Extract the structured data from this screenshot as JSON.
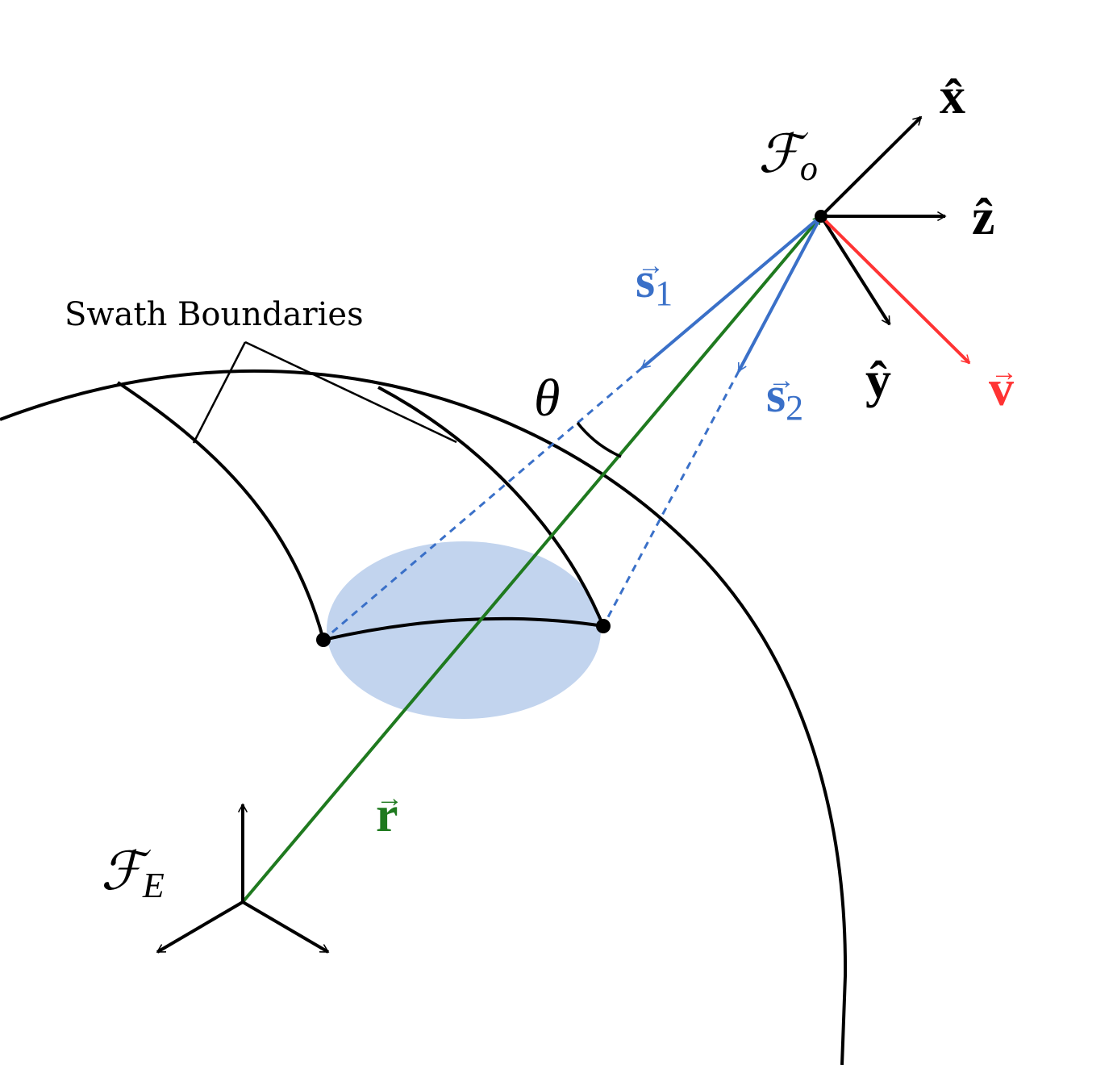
{
  "labels": {
    "swath_boundaries": "Swath Boundaries",
    "frame_orbit": "ℱ",
    "frame_orbit_sub": "o",
    "frame_earth": "ℱ",
    "frame_earth_sub": "E",
    "x_hat": "x̂",
    "z_hat": "ẑ",
    "y_hat": "ŷ",
    "s1": "s",
    "s1_sub": "1",
    "s2": "s",
    "s2_sub": "2",
    "v": "v",
    "r": "r",
    "theta": "θ",
    "vec_arrow": "→"
  },
  "colors": {
    "black": "#000000",
    "blue_vector": "#3a70c8",
    "green_vector": "#1f7a1f",
    "red_vector": "#ff3333",
    "footprint_fill": "#c2d4ee"
  }
}
